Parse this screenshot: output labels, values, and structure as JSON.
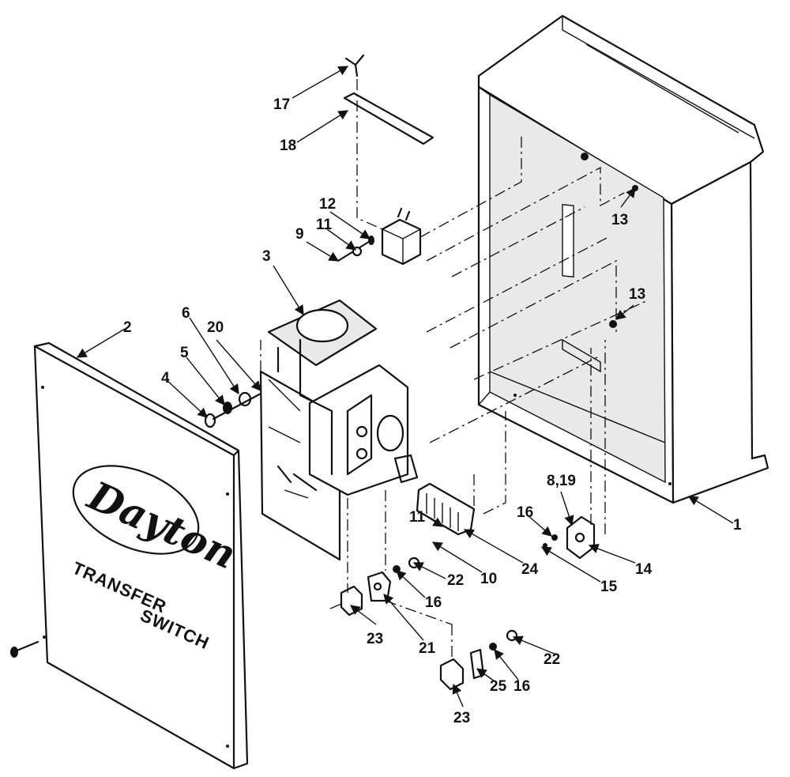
{
  "panel": {
    "brand": "Dayton",
    "line1": "TRANSFER",
    "line2": "SWITCH"
  },
  "callouts": [
    "1",
    "2",
    "3",
    "4",
    "5",
    "6",
    "20",
    "9",
    "11",
    "12",
    "17",
    "18",
    "13",
    "13",
    "8,19",
    "16",
    "14",
    "15",
    "11",
    "10",
    "24",
    "22",
    "16",
    "23",
    "21",
    "22",
    "16",
    "25",
    "23"
  ]
}
